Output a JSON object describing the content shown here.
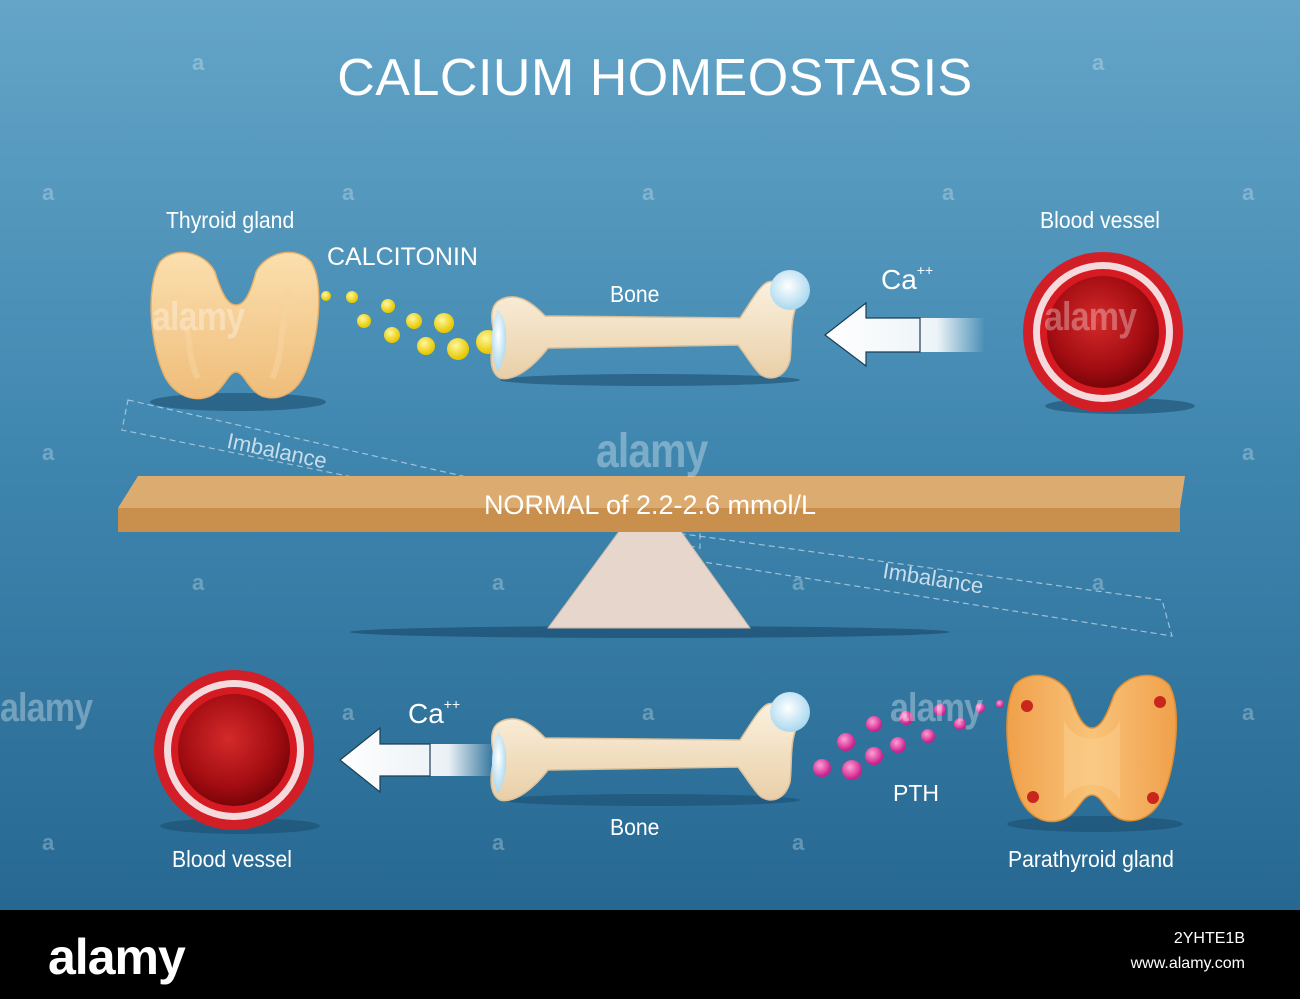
{
  "title": "CALCIUM HOMEOSTASIS",
  "labels": {
    "thyroid_gland": "Thyroid gland",
    "calcitonin": "CALCITONIN",
    "bone_top": "Bone",
    "calcium_top": "Ca",
    "calcium_top_charge": "++",
    "blood_vessel_top": "Blood vessel",
    "imbalance_top": "Imbalance",
    "normal_range": "NORMAL of 2.2-2.6 mmol/L",
    "imbalance_bottom": "Imbalance",
    "calcium_bottom": "Ca",
    "calcium_bottom_charge": "++",
    "bone_bottom": "Bone",
    "pth": "PTH",
    "blood_vessel_bottom": "Blood vessel",
    "parathyroid_gland": "Parathyroid gland"
  },
  "watermark": "alamy",
  "watermark_mark": "a",
  "footer": {
    "logo": "alamy",
    "image_id": "2YHTE1B",
    "url": "www.alamy.com"
  },
  "colors": {
    "background_top": "#5fa0c4",
    "background_bottom": "#2c6f97",
    "calcitonin_dots": "#f2d800",
    "pth_dots": "#e0369f",
    "plank": "#dcaa6d",
    "fulcrum": "#e6d6cc",
    "vessel_red": "#c8101a",
    "thyroid": "#f5cf98",
    "parathyroid": "#f3a94f"
  }
}
